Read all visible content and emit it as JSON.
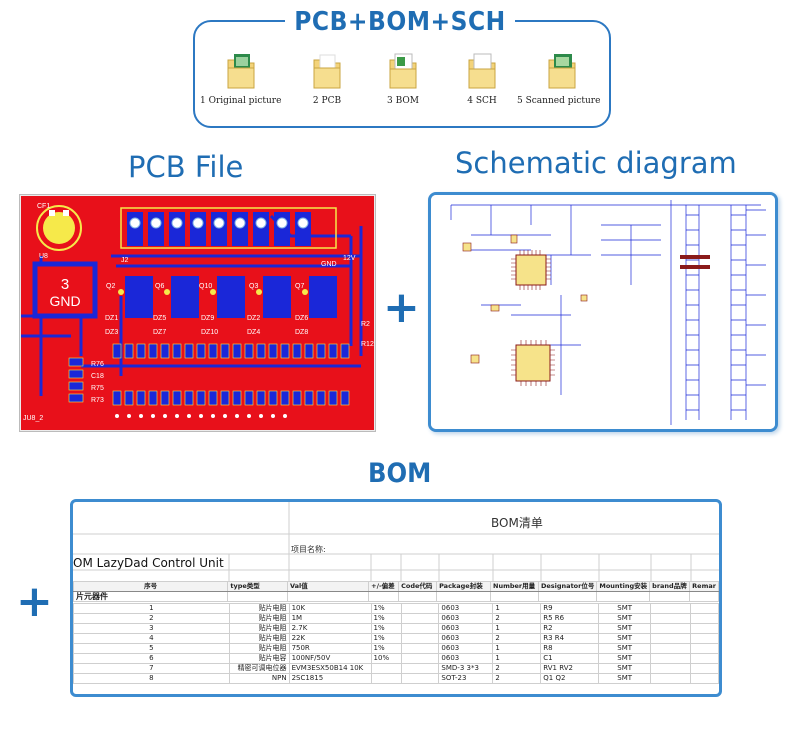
{
  "top_panel": {
    "title": "PCB+BOM+SCH",
    "folders": [
      {
        "label": "1 Original picture",
        "icon": "folder-with-image-icon"
      },
      {
        "label": "2 PCB",
        "icon": "folder-icon"
      },
      {
        "label": "3 BOM",
        "icon": "folder-with-spreadsheet-icon"
      },
      {
        "label": "4 SCH",
        "icon": "folder-with-document-icon"
      },
      {
        "label": "5 Scanned picture",
        "icon": "folder-with-image-icon"
      }
    ]
  },
  "headings": {
    "pcb": "PCB File",
    "schematic": "Schematic diagram",
    "bom": "BOM"
  },
  "plus_sign": "+",
  "pcb": {
    "labels": {
      "cf1": "CF1",
      "u8": "U8",
      "big_num": "3",
      "big_gnd": "GND",
      "j2": "J2",
      "q2": "Q2",
      "q6": "Q6",
      "q10": "Q10",
      "q3": "Q3",
      "q7": "Q7",
      "gnd": "GND",
      "v12": "12V",
      "dz1": "DZ1",
      "dz3": "DZ3",
      "dz5": "DZ5",
      "dz7": "DZ7",
      "dz9": "DZ9",
      "dz10": "DZ10",
      "dz2": "DZ2",
      "dz4": "DZ4",
      "dz6": "DZ6",
      "dz8": "DZ8",
      "r76": "R76",
      "c18": "C18",
      "r75": "R75",
      "r73": "R73",
      "ju8": "JU8_2",
      "r12": "R12",
      "r2": "R2"
    },
    "colors": {
      "copper": "#e8101a",
      "pad": "#1a27d8",
      "silk": "#f6e94a",
      "white": "#ffffff"
    }
  },
  "bom": {
    "title": "BOM清单",
    "project_label": "项目名称:",
    "unit_name": "OM LazyDad Control Unit",
    "group": "片元器件",
    "headers": [
      "序号",
      "type类型",
      "Val值",
      "+/-偏差",
      "Code代码",
      "Package封装",
      "Number用量",
      "Designator位号",
      "Mounting安装",
      "brand品牌",
      "Remar"
    ],
    "rows": [
      [
        "1",
        "贴片电阻",
        "10K",
        "1%",
        "",
        "0603",
        "1",
        "R9",
        "SMT",
        "",
        ""
      ],
      [
        "2",
        "贴片电阻",
        "1M",
        "1%",
        "",
        "0603",
        "2",
        "R5 R6",
        "SMT",
        "",
        ""
      ],
      [
        "3",
        "贴片电阻",
        "2.7K",
        "1%",
        "",
        "0603",
        "1",
        "R2",
        "SMT",
        "",
        ""
      ],
      [
        "4",
        "贴片电阻",
        "22K",
        "1%",
        "",
        "0603",
        "2",
        "R3 R4",
        "SMT",
        "",
        ""
      ],
      [
        "5",
        "贴片电阻",
        "750R",
        "1%",
        "",
        "0603",
        "1",
        "R8",
        "SMT",
        "",
        ""
      ],
      [
        "6",
        "贴片电容",
        "100NF/50V",
        "10%",
        "",
        "0603",
        "1",
        "C1",
        "SMT",
        "",
        ""
      ],
      [
        "7",
        "精密可调电位器",
        "EVM3ESX50B14  10K",
        "",
        "",
        "SMD-3  3*3",
        "2",
        "RV1 RV2",
        "SMT",
        "",
        ""
      ],
      [
        "8",
        "NPN",
        "2SC1815",
        "",
        "",
        "SOT-23",
        "2",
        "Q1 Q2",
        "SMT",
        "",
        ""
      ]
    ]
  }
}
